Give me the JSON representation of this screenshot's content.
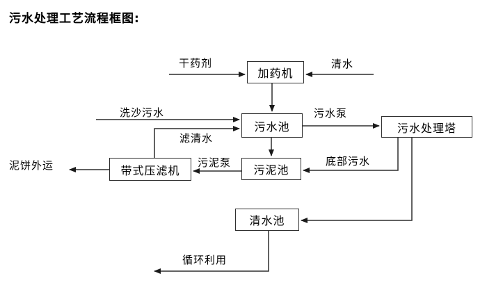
{
  "title": "污水处理工艺流程框图:",
  "nodes": {
    "dosing_machine": {
      "label": "加药机"
    },
    "sewage_pool": {
      "label": "污水池"
    },
    "treatment_tower": {
      "label": "污水处理塔"
    },
    "sludge_pool": {
      "label": "污泥池"
    },
    "belt_filter_press": {
      "label": "带式压滤机"
    },
    "clean_water_pool": {
      "label": "清水池"
    }
  },
  "flow_labels": {
    "dry_agent": "干药剂",
    "clean_water": "清水",
    "sand_washing_sewage": "洗沙污水",
    "filtered_water": "滤清水",
    "sewage_pump": "污水泵",
    "sludge_pump": "污泥泵",
    "bottom_sewage": "底部污水",
    "mud_cake_outbound": "泥饼外运",
    "recycling": "循环利用"
  },
  "edges": [
    {
      "from": "干药剂",
      "to": "加药机",
      "label": "干药剂"
    },
    {
      "from": "清水",
      "to": "加药机",
      "label": "清水"
    },
    {
      "from": "加药机",
      "to": "污水池",
      "label": ""
    },
    {
      "from": "洗沙污水",
      "to": "污水池",
      "label": "洗沙污水"
    },
    {
      "from": "带式压滤机",
      "to": "污水池",
      "label": "滤清水"
    },
    {
      "from": "污水池",
      "to": "污水处理塔",
      "label": "污水泵"
    },
    {
      "from": "污水池",
      "to": "污泥池",
      "label": ""
    },
    {
      "from": "污泥池",
      "to": "带式压滤机",
      "label": "污泥泵"
    },
    {
      "from": "污水处理塔",
      "to": "污泥池",
      "label": "底部污水"
    },
    {
      "from": "污水处理塔",
      "to": "清水池",
      "label": ""
    },
    {
      "from": "带式压滤机",
      "to": "泥饼外运",
      "label": "泥饼外运"
    },
    {
      "from": "清水池",
      "to": "循环利用",
      "label": "循环利用"
    }
  ],
  "colors": {
    "background": "#ffffff",
    "line": "#2f2f2f",
    "box_border": "#2f2f2f",
    "box_fill": "#ffffff",
    "text": "#000000"
  }
}
